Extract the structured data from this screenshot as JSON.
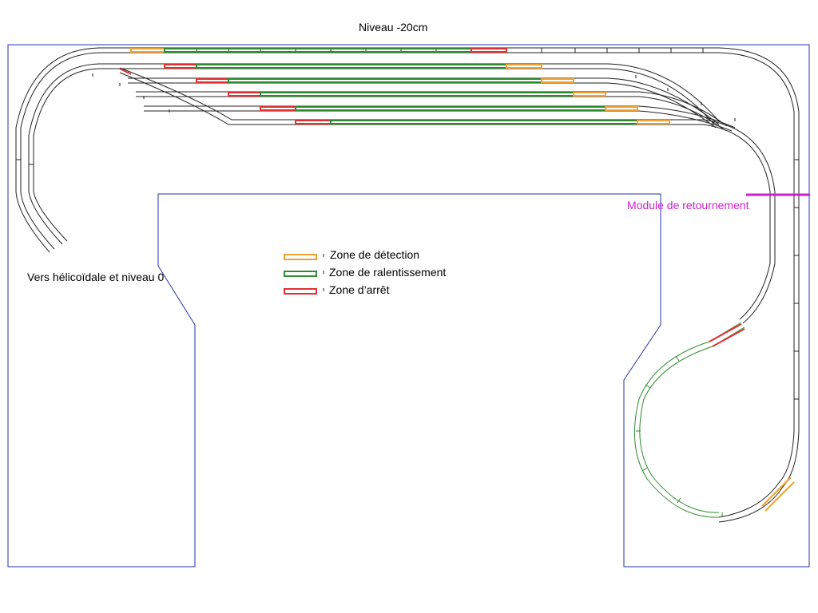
{
  "title": "Niveau -20cm",
  "labels": {
    "helix": "Vers hélicoïdale et niveau 0",
    "reversing_module": "Module de retournement"
  },
  "legend": [
    {
      "label": "Zone de détection",
      "color": "#f0a030"
    },
    {
      "label": "Zone de ralentissement",
      "color": "#2e8b2e"
    },
    {
      "label": "Zone d’arrêt",
      "color": "#e03030"
    }
  ],
  "colors": {
    "baseboard": "#2233aa",
    "track": "#222222",
    "detection": "#f0a030",
    "slowdown": "#2e8b2e",
    "stop": "#e03030",
    "reversing_marker": "#cc22cc"
  }
}
